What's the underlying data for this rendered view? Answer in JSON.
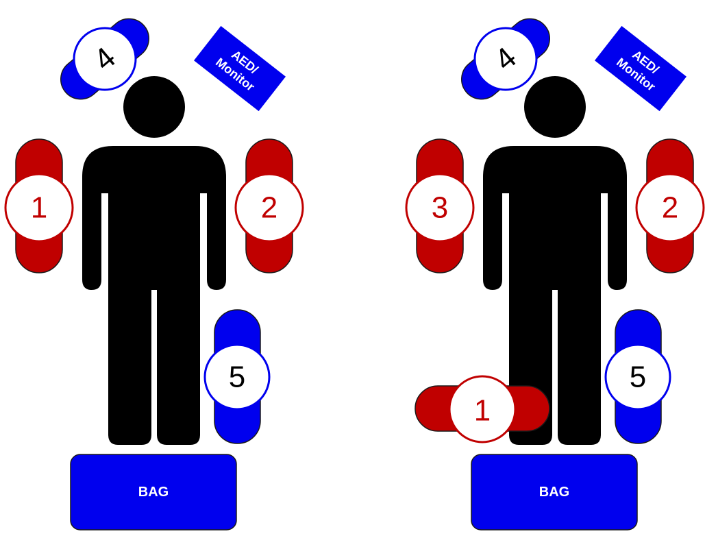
{
  "colors": {
    "red": "#c00000",
    "blue": "#0000ee",
    "figure": "#000000"
  },
  "left_layout": {
    "rescuer_1_label": "1",
    "rescuer_2_label": "2",
    "rescuer_4_label": "4",
    "rescuer_5_label": "5",
    "aed_label_line1": "AED/",
    "aed_label_line2": "Monitor",
    "bag_label": "BAG"
  },
  "right_layout": {
    "rescuer_3_label": "3",
    "rescuer_2_label": "2",
    "rescuer_4_label": "4",
    "rescuer_5_label": "5",
    "rescuer_1_label": "1",
    "aed_label_line1": "AED/",
    "aed_label_line2": "Monitor",
    "bag_label": "BAG"
  }
}
